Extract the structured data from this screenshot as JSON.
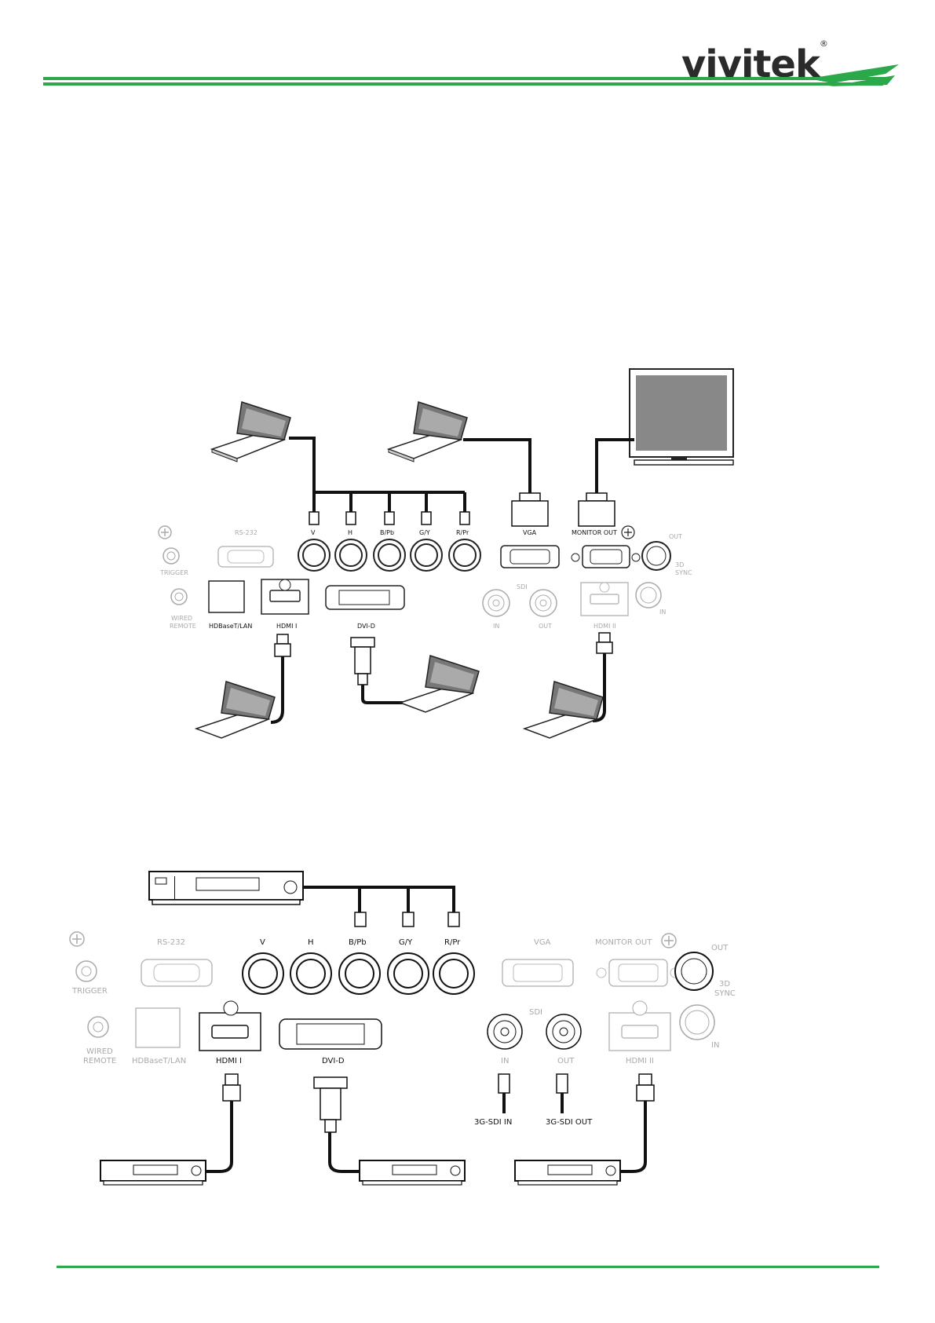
{
  "brand": {
    "name": "vivitek",
    "registered": "®",
    "accent_color": "#2aa84a"
  },
  "diagram1": {
    "rs232": "RS-232",
    "trigger": "TRIGGER",
    "wired_remote_1": "WIRED",
    "wired_remote_2": "REMOTE",
    "hdbaset": "HDBaseT/LAN",
    "hdmi1": "HDMI I",
    "dvid": "DVI-D",
    "bnc": [
      "V",
      "H",
      "B/Pb",
      "G/Y",
      "R/Pr"
    ],
    "vga": "VGA",
    "monitor_out": "MONITOR OUT",
    "out": "OUT",
    "sync_1": "3D",
    "sync_2": "SYNC",
    "sdi": "SDI",
    "sdi_in": "IN",
    "sdi_out": "OUT",
    "hdmi2": "HDMI II",
    "in": "IN"
  },
  "diagram2": {
    "rs232": "RS-232",
    "trigger": "TRIGGER",
    "wired_remote_1": "WIRED",
    "wired_remote_2": "REMOTE",
    "hdbaset": "HDBaseT/LAN",
    "hdmi1": "HDMI I",
    "dvid": "DVI-D",
    "bnc": [
      "V",
      "H",
      "B/Pb",
      "G/Y",
      "R/Pr"
    ],
    "vga": "VGA",
    "monitor_out": "MONITOR OUT",
    "out": "OUT",
    "sync_1": "3D",
    "sync_2": "SYNC",
    "sdi": "SDI",
    "sdi_in": "IN",
    "sdi_out": "OUT",
    "hdmi2": "HDMI II",
    "in": "IN",
    "sdi_in_cable": "3G-SDI IN",
    "sdi_out_cable": "3G-SDI OUT"
  }
}
